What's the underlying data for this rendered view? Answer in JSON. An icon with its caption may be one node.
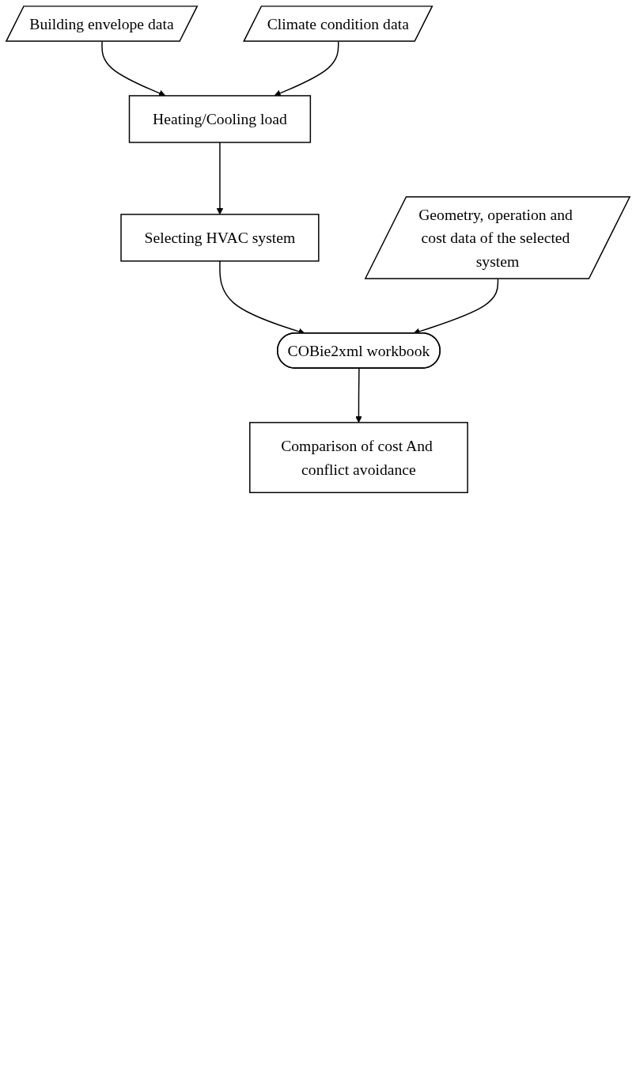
{
  "diagram": {
    "nodes": [
      {
        "text": [
          "Building envelope data"
        ]
      },
      {
        "text": [
          "Climate condition data"
        ]
      },
      {
        "text": [
          "Heating/Cooling load"
        ]
      },
      {
        "text": [
          "Selecting HVAC system"
        ]
      },
      {
        "text": [
          "Geometry, operation and cost data of the selected system"
        ]
      },
      {
        "text": [
          "COBie2xml workbook"
        ]
      },
      {
        "text": [
          "Comparison of cost And conflict avoidance"
        ]
      }
    ],
    "edges": [
      {
        "from": 0,
        "to": 2,
        "arrow": "to"
      },
      {
        "from": 1,
        "to": 2,
        "arrow": "to"
      },
      {
        "from": 2,
        "to": 3,
        "arrow": "to"
      },
      {
        "from": 3,
        "to": 5,
        "arrow": "to"
      },
      {
        "from": 4,
        "to": 5,
        "arrow": "to"
      },
      {
        "from": 5,
        "to": 6,
        "arrow": "to"
      }
    ]
  }
}
